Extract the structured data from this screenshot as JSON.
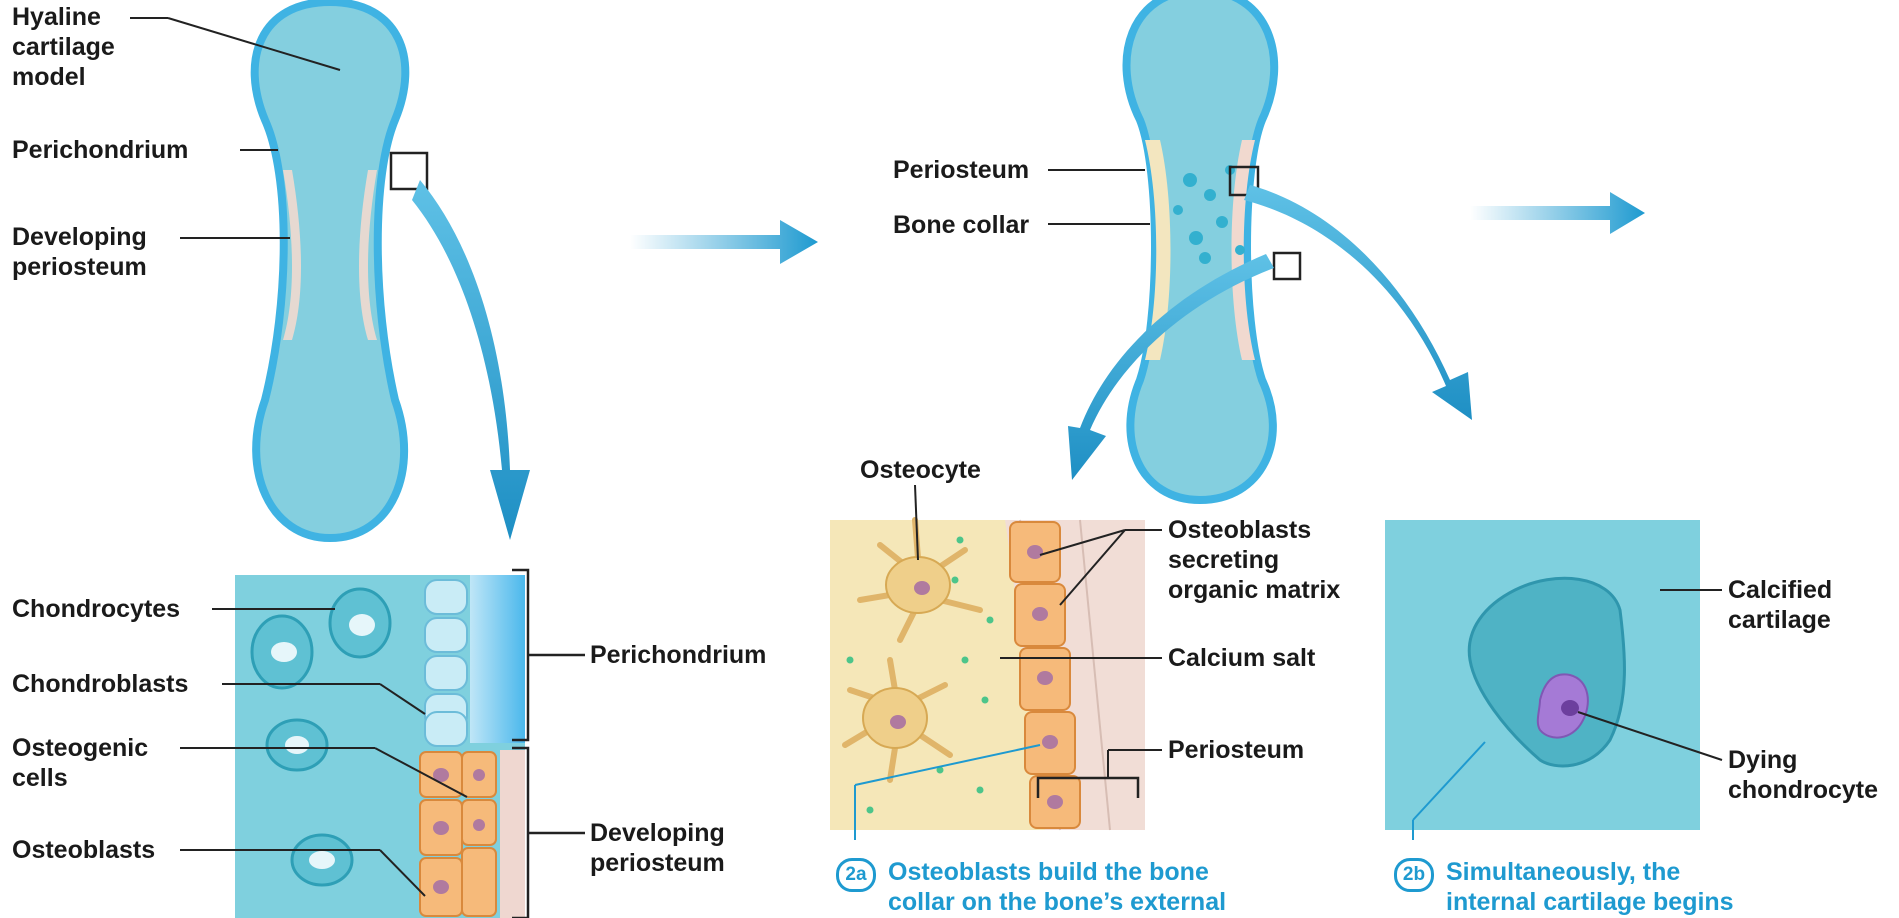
{
  "labels": {
    "hyaline_cartilage_model": "Hyaline\ncartilage\nmodel",
    "perichondrium_top": "Perichondrium",
    "developing_periosteum_top": "Developing\nperiosteum",
    "periosteum_mid": "Periosteum",
    "bone_collar": "Bone collar",
    "chondrocytes": "Chondrocytes",
    "chondroblasts": "Chondroblasts",
    "osteogenic_cells": "Osteogenic\ncells",
    "osteoblasts": "Osteoblasts",
    "perichondrium_bracket": "Perichondrium",
    "developing_periosteum_bracket": "Developing\nperiosteum",
    "osteocyte": "Osteocyte",
    "osteoblasts_secreting": "Osteoblasts\nsecreting\norganic matrix",
    "calcium_salt": "Calcium salt",
    "periosteum_detail": "Periosteum",
    "calcified_cartilage": "Calcified\ncartilage",
    "dying_chondrocyte": "Dying\nchondrocyte"
  },
  "steps": {
    "step_2a": {
      "badge": "2a",
      "text": "Osteoblasts build the bone\ncollar on the bone’s external"
    },
    "step_2b": {
      "badge": "2b",
      "text": "Simultaneously, the\ninternal cartilage begins"
    }
  },
  "colors": {
    "cartilage": "#7fd0de",
    "cartilage_edge": "#3fb3e3",
    "periosteum": "#f1d9cf",
    "bone_matrix": "#f5e7b8",
    "osteoblast": "#f6ba7a",
    "arrow": "#1e9ad0",
    "caption": "#1e9ad0",
    "dying_cell": "#a57ad6"
  }
}
